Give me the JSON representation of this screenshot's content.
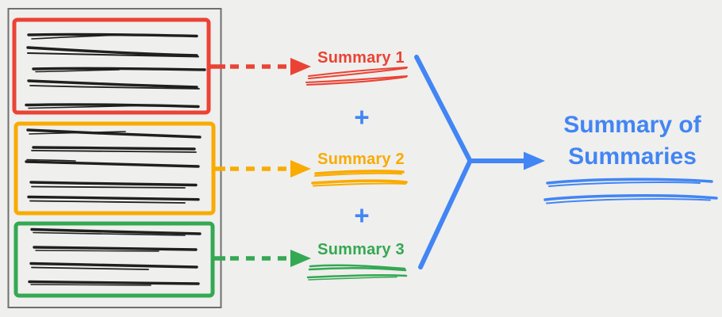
{
  "colors": {
    "red": "#EA4335",
    "orange": "#F9AB00",
    "green": "#34A853",
    "blue": "#4285F4",
    "ink": "#1F1F1F",
    "frame_gray": "#6F6F6F",
    "background": "#EFEFED"
  },
  "source_document": {
    "chunks": [
      {
        "color_name": "red",
        "text_line_count": 5
      },
      {
        "color_name": "orange",
        "text_line_count": 5
      },
      {
        "color_name": "green",
        "text_line_count": 4
      }
    ]
  },
  "summaries": [
    {
      "label": "Summary 1",
      "color_name": "red"
    },
    {
      "label": "Summary 2",
      "color_name": "orange"
    },
    {
      "label": "Summary 3",
      "color_name": "green"
    }
  ],
  "plus_symbol": "+",
  "result": {
    "line1": "Summary of",
    "line2": "Summaries",
    "color_name": "blue"
  }
}
